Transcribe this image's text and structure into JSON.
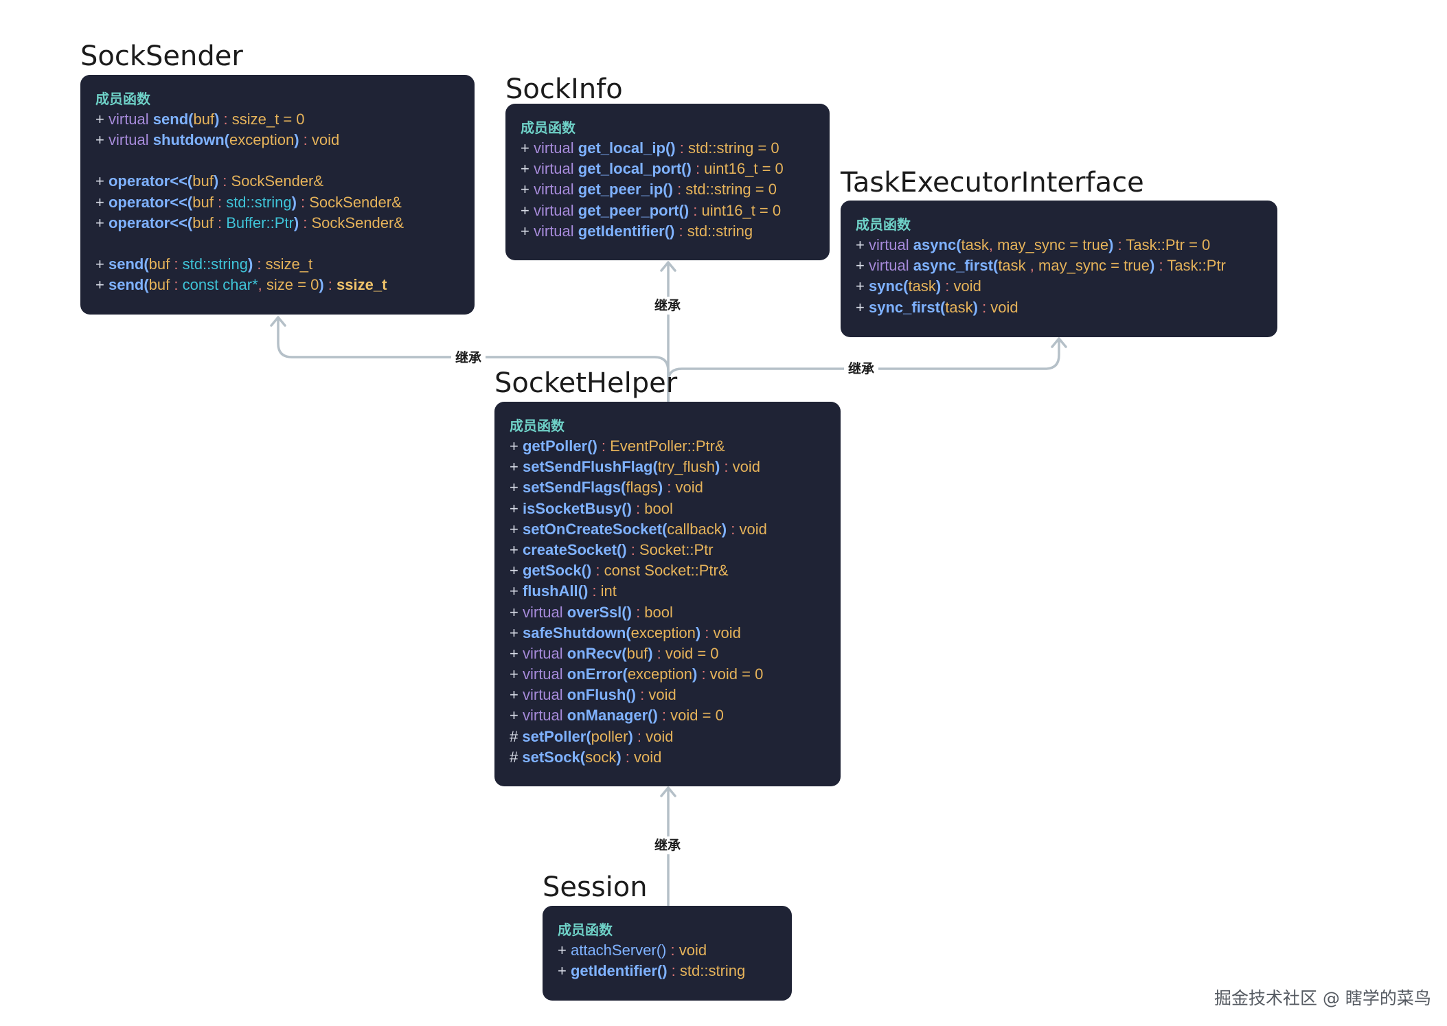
{
  "section_label": "成员函数",
  "edge_label": "继承",
  "watermark": "掘金技术社区 @ 瞎学的菜鸟",
  "classes": {
    "sock_sender": {
      "title": "SockSender",
      "members": [
        {
          "vis": "+",
          "kw": "virtual",
          "name": "send",
          "open": "(",
          "params": [
            {
              "n": "buf"
            }
          ],
          "close": ")",
          "ret": "ssize_t = 0"
        },
        {
          "vis": "+",
          "kw": "virtual",
          "name": "shutdown",
          "open": "(",
          "params": [
            {
              "n": "exception"
            }
          ],
          "close": ")",
          "ret": "void"
        },
        {
          "vis": "+",
          "name": "operator<<",
          "open": "(",
          "params": [
            {
              "n": "buf"
            }
          ],
          "close": ")",
          "ret": "SockSender&",
          "gap": true
        },
        {
          "vis": "+",
          "name": "operator<<",
          "open": "(",
          "params": [
            {
              "n": "buf",
              "t": "std::string"
            }
          ],
          "close": ")",
          "ret": "SockSender&"
        },
        {
          "vis": "+",
          "name": "operator<<",
          "open": "(",
          "params": [
            {
              "n": "buf",
              "t": "Buffer::Ptr"
            }
          ],
          "close": ")",
          "ret": "SockSender&"
        },
        {
          "vis": "+",
          "name": "send",
          "open": "(",
          "params": [
            {
              "n": "buf",
              "t": "std::string"
            }
          ],
          "close": ")",
          "ret": "ssize_t",
          "gap": true
        },
        {
          "vis": "+",
          "name": "send",
          "open": "(",
          "params": [
            {
              "n": "buf",
              "t": "const char*"
            },
            {
              "n": "size = 0"
            }
          ],
          "close": ")",
          "ret": "ssize_t",
          "retBold": true
        }
      ]
    },
    "sock_info": {
      "title": "SockInfo",
      "members": [
        {
          "vis": "+",
          "kw": "virtual",
          "name": "get_local_ip",
          "open": "(",
          "params": [],
          "close": ")",
          "ret": "std::string = 0"
        },
        {
          "vis": "+",
          "kw": "virtual",
          "name": "get_local_port",
          "open": "(",
          "params": [],
          "close": ")",
          "ret": "uint16_t = 0"
        },
        {
          "vis": "+",
          "kw": "virtual",
          "name": "get_peer_ip",
          "open": "(",
          "params": [],
          "close": ")",
          "ret": "std::string = 0"
        },
        {
          "vis": "+",
          "kw": "virtual",
          "name": "get_peer_port",
          "open": "(",
          "params": [],
          "close": ")",
          "ret": "uint16_t = 0"
        },
        {
          "vis": "+",
          "kw": "virtual",
          "name": "getIdentifier",
          "open": "(",
          "params": [],
          "close": ")",
          "ret": "std::string"
        }
      ]
    },
    "task_executor": {
      "title": "TaskExecutorInterface",
      "members": [
        {
          "vis": "+",
          "kw": "virtual",
          "name": "async",
          "open": "(",
          "params": [
            {
              "n": "task"
            },
            {
              "n": "may_sync = true"
            }
          ],
          "close": ")",
          "ret": "Task::Ptr = 0"
        },
        {
          "vis": "+",
          "kw": "virtual",
          "name": "async_first",
          "open": "(",
          "params": [
            {
              "n": "task "
            },
            {
              "n": "may_sync = true"
            }
          ],
          "close": ")",
          "ret": "Task::Ptr"
        },
        {
          "vis": "+",
          "name": "sync",
          "open": "(",
          "params": [
            {
              "n": "task"
            }
          ],
          "close": ")",
          "ret": "void"
        },
        {
          "vis": "+",
          "name": "sync_first",
          "open": "(",
          "params": [
            {
              "n": "task"
            }
          ],
          "close": ")",
          "ret": "void"
        }
      ]
    },
    "socket_helper": {
      "title": "SocketHelper",
      "members": [
        {
          "vis": "+",
          "name": "getPoller",
          "open": "(",
          "params": [],
          "close": ")",
          "ret": "EventPoller::Ptr&"
        },
        {
          "vis": "+",
          "name": "setSendFlushFlag",
          "open": "(",
          "params": [
            {
              "n": "try_flush"
            }
          ],
          "close": ")",
          "ret": "void"
        },
        {
          "vis": "+",
          "name": "setSendFlags",
          "open": "(",
          "params": [
            {
              "n": "flags"
            }
          ],
          "close": ")",
          "ret": "void"
        },
        {
          "vis": "+",
          "name": "isSocketBusy",
          "open": "(",
          "params": [],
          "close": ")",
          "ret": "bool"
        },
        {
          "vis": "+",
          "name": "setOnCreateSocket",
          "open": "(",
          "params": [
            {
              "n": "callback"
            }
          ],
          "close": ")",
          "ret": "void"
        },
        {
          "vis": "+",
          "name": "createSocket",
          "open": "(",
          "params": [],
          "close": ")",
          "ret": "Socket::Ptr"
        },
        {
          "vis": "+",
          "name": "getSock",
          "open": "(",
          "params": [],
          "close": ")",
          "ret": "const Socket::Ptr&"
        },
        {
          "vis": "+",
          "name": "flushAll",
          "open": "(",
          "params": [],
          "close": ")",
          "ret": "int"
        },
        {
          "vis": "+",
          "kw": "virtual",
          "name": "overSsl",
          "open": "(",
          "params": [],
          "close": ")",
          "ret": "bool"
        },
        {
          "vis": "+",
          "name": "safeShutdown",
          "open": "(",
          "params": [
            {
              "n": "exception"
            }
          ],
          "close": ")",
          "ret": "void"
        },
        {
          "vis": "+",
          "kw": "virtual",
          "name": "onRecv",
          "open": "(",
          "params": [
            {
              "n": "buf"
            }
          ],
          "close": ")",
          "ret": "void = 0"
        },
        {
          "vis": "+",
          "kw": "virtual",
          "name": "onError",
          "open": "(",
          "params": [
            {
              "n": "exception"
            }
          ],
          "close": ")",
          "ret": "void = 0"
        },
        {
          "vis": "+",
          "kw": "virtual",
          "name": "onFlush",
          "open": "(",
          "params": [],
          "close": ")",
          "ret": "void"
        },
        {
          "vis": "+",
          "kw": "virtual",
          "name": "onManager",
          "open": "(",
          "params": [],
          "close": ")",
          "ret": "void = 0"
        },
        {
          "vis": "#",
          "name": "setPoller",
          "open": "(",
          "params": [
            {
              "n": "poller"
            }
          ],
          "close": ")",
          "ret": "void"
        },
        {
          "vis": "#",
          "name": "setSock",
          "open": "(",
          "params": [
            {
              "n": "sock"
            }
          ],
          "close": ")",
          "ret": "void"
        }
      ]
    },
    "session": {
      "title": "Session",
      "members": [
        {
          "vis": "+",
          "name": "attachServer",
          "nameNormal": true,
          "open": "(",
          "params": [],
          "close": ")",
          "ret": "void"
        },
        {
          "vis": "+",
          "name": "getIdentifier",
          "open": "(",
          "params": [],
          "close": ")",
          "ret": "std::string"
        }
      ]
    }
  }
}
